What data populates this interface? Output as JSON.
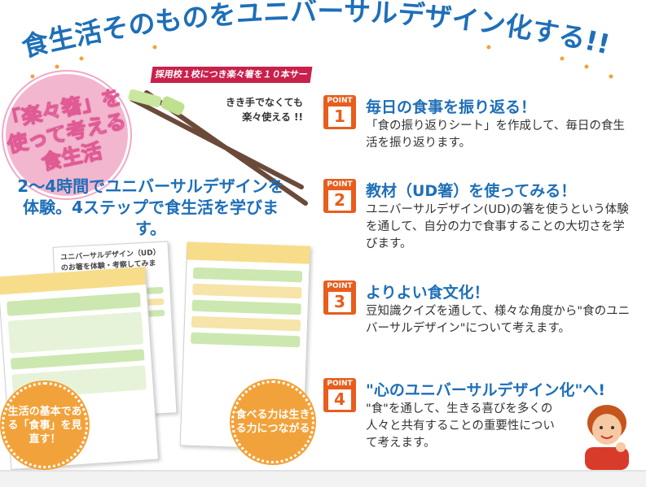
{
  "title": "食生活そのものをユニバーサルデザイン化する!!",
  "badge": {
    "text": "「楽々箸」を使って考える食生活"
  },
  "service_label": "採用校１校につき楽々箸を１０本サービス",
  "left_hand_note": "きき手でなくても楽々使える !!",
  "intro": "2〜4時間でユニバーサルデザインを体験。4ステップで食生活を学びます。",
  "points": [
    {
      "word": "POINT",
      "num": "1",
      "title": "毎日の食事を振り返る！",
      "text": "「食の振り返りシート」を作成して、毎日の食生活を振り返ります。"
    },
    {
      "word": "POINT",
      "num": "2",
      "title": "教材（UD箸）を使ってみる！",
      "text": "ユニバーサルデザイン(UD)の箸を使うという体験を通して、自分の力で食事することの大切さを学びます。"
    },
    {
      "word": "POINT",
      "num": "3",
      "title": "よりよい食文化！",
      "text": "豆知識クイズを通して、様々な角度から\"食のユニバーサルデザイン\"について考えます。"
    },
    {
      "word": "POINT",
      "num": "4",
      "title": "\"心のユニバーサルデザイン化\"へ!",
      "text": "\"食\"を通して、生きる喜びを多くの人々と共有することの重要性について考えます。"
    }
  ],
  "sheets": {
    "left_title": "毎日の食事を考えてみましょう",
    "middle_title": "ユニバーサルデザイン（UD）のお箸を体験・考察してみましょう",
    "right_title": "毎日の食事を考えてみましょう"
  },
  "circle_left": "生活の基本である「食事」を見直す！",
  "circle_right": "食べる力は生きる力につながる",
  "colors": {
    "blue": "#1e6fb8",
    "orange": "#e85d1d",
    "pink": "#f3b6cf",
    "badge_orange": "#f2a23a",
    "red": "#c8214c"
  }
}
